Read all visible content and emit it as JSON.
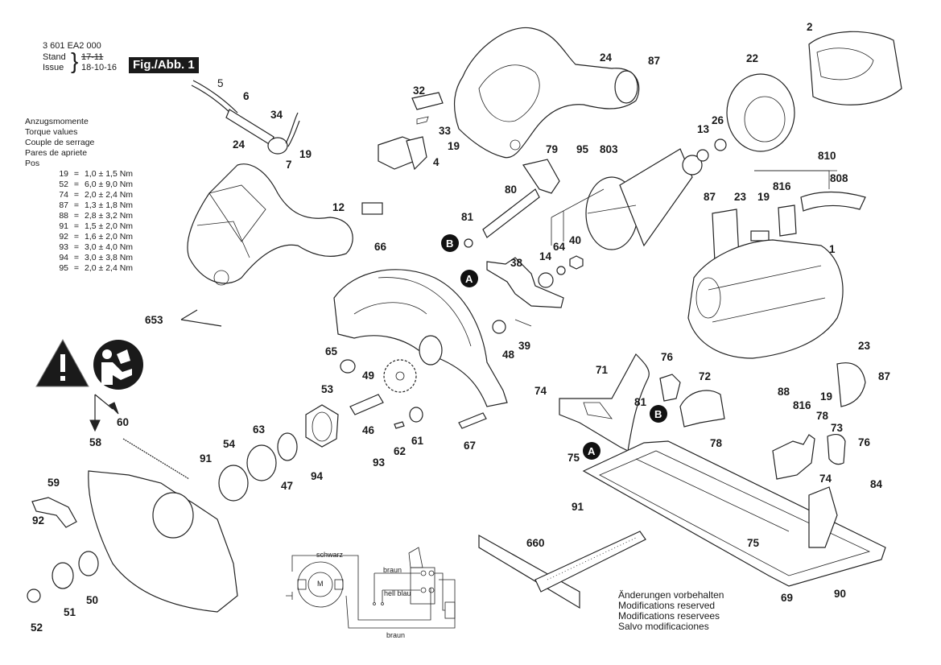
{
  "header": {
    "part_number": "3 601 EA2 000",
    "stand_label": "Stand",
    "stand_value_struck": "17-11",
    "issue_label": "Issue",
    "issue_value": "18-10-16",
    "figure_label": "Fig./Abb. 1"
  },
  "torque": {
    "titles": [
      "Anzugsmomente",
      "Torque values",
      "Couple de serrage",
      "Pares de apriete",
      "Pos"
    ],
    "rows": [
      {
        "pos": "19",
        "value": "1,0 ± 1,5 Nm"
      },
      {
        "pos": "52",
        "value": "6,0 ± 9,0 Nm"
      },
      {
        "pos": "74",
        "value": "2,0 ± 2,4 Nm"
      },
      {
        "pos": "87",
        "value": "1,3 ± 1,8 Nm"
      },
      {
        "pos": "88",
        "value": "2,8 ± 3,2 Nm"
      },
      {
        "pos": "91",
        "value": "1,5 ± 2,0 Nm"
      },
      {
        "pos": "92",
        "value": "1,6 ± 2,0 Nm"
      },
      {
        "pos": "93",
        "value": "3,0 ± 4,0 Nm"
      },
      {
        "pos": "94",
        "value": "3,0 ± 3,8 Nm"
      },
      {
        "pos": "95",
        "value": "2,0 ± 2,4 Nm"
      }
    ],
    "equals": "="
  },
  "notes": {
    "lines": [
      "Änderungen vorbehalten",
      "Modifications reserved",
      "Modifications reservees",
      "Salvo modificaciones"
    ]
  },
  "wiring": {
    "motor_label": "M",
    "wire_black": "schwarz",
    "wire_brown_top": "braun",
    "wire_lightblue": "hell blau",
    "wire_brown_bottom": "braun"
  },
  "warning_icons": [
    "warning-triangle-icon",
    "read-manual-icon"
  ],
  "callouts_ab": {
    "a": "A",
    "b": "B"
  },
  "part_labels": [
    {
      "id": "p2",
      "text": "2"
    },
    {
      "id": "p5",
      "text": "5"
    },
    {
      "id": "p6",
      "text": "6"
    },
    {
      "id": "p34",
      "text": "34"
    },
    {
      "id": "p24a",
      "text": "24"
    },
    {
      "id": "p19a",
      "text": "19"
    },
    {
      "id": "p7",
      "text": "7"
    },
    {
      "id": "p12",
      "text": "12"
    },
    {
      "id": "p32",
      "text": "32"
    },
    {
      "id": "p33",
      "text": "33"
    },
    {
      "id": "p19b",
      "text": "19"
    },
    {
      "id": "p4",
      "text": "4"
    },
    {
      "id": "p24b",
      "text": "24"
    },
    {
      "id": "p87a",
      "text": "87"
    },
    {
      "id": "p22",
      "text": "22"
    },
    {
      "id": "p13",
      "text": "13"
    },
    {
      "id": "p26",
      "text": "26"
    },
    {
      "id": "p79",
      "text": "79"
    },
    {
      "id": "p95",
      "text": "95"
    },
    {
      "id": "p803",
      "text": "803"
    },
    {
      "id": "p80",
      "text": "80"
    },
    {
      "id": "p81a",
      "text": "81"
    },
    {
      "id": "p14",
      "text": "14"
    },
    {
      "id": "p64",
      "text": "64"
    },
    {
      "id": "p40",
      "text": "40"
    },
    {
      "id": "p810",
      "text": "810"
    },
    {
      "id": "p808",
      "text": "808"
    },
    {
      "id": "p816a",
      "text": "816"
    },
    {
      "id": "p87b",
      "text": "87"
    },
    {
      "id": "p23a",
      "text": "23"
    },
    {
      "id": "p19c",
      "text": "19"
    },
    {
      "id": "p1",
      "text": "1"
    },
    {
      "id": "p66",
      "text": "66"
    },
    {
      "id": "p38",
      "text": "38"
    },
    {
      "id": "p653",
      "text": "653"
    },
    {
      "id": "p65",
      "text": "65"
    },
    {
      "id": "p48",
      "text": "48"
    },
    {
      "id": "p39",
      "text": "39"
    },
    {
      "id": "p49",
      "text": "49"
    },
    {
      "id": "p53",
      "text": "53"
    },
    {
      "id": "p60",
      "text": "60"
    },
    {
      "id": "p58",
      "text": "58"
    },
    {
      "id": "p63",
      "text": "63"
    },
    {
      "id": "p46",
      "text": "46"
    },
    {
      "id": "p61",
      "text": "61"
    },
    {
      "id": "p67",
      "text": "67"
    },
    {
      "id": "p91a",
      "text": "91"
    },
    {
      "id": "p54",
      "text": "54"
    },
    {
      "id": "p62",
      "text": "62"
    },
    {
      "id": "p93",
      "text": "93"
    },
    {
      "id": "p94",
      "text": "94"
    },
    {
      "id": "p47",
      "text": "47"
    },
    {
      "id": "p59",
      "text": "59"
    },
    {
      "id": "p92",
      "text": "92"
    },
    {
      "id": "p50",
      "text": "50"
    },
    {
      "id": "p51",
      "text": "51"
    },
    {
      "id": "p52",
      "text": "52"
    },
    {
      "id": "p71",
      "text": "71"
    },
    {
      "id": "p76a",
      "text": "76"
    },
    {
      "id": "p72",
      "text": "72"
    },
    {
      "id": "p74a",
      "text": "74"
    },
    {
      "id": "p81b",
      "text": "81"
    },
    {
      "id": "p75a",
      "text": "75"
    },
    {
      "id": "p78a",
      "text": "78"
    },
    {
      "id": "p23b",
      "text": "23"
    },
    {
      "id": "p87c",
      "text": "87"
    },
    {
      "id": "p88",
      "text": "88"
    },
    {
      "id": "p816b",
      "text": "816"
    },
    {
      "id": "p19d",
      "text": "19"
    },
    {
      "id": "p78b",
      "text": "78"
    },
    {
      "id": "p73",
      "text": "73"
    },
    {
      "id": "p76b",
      "text": "76"
    },
    {
      "id": "p74b",
      "text": "74"
    },
    {
      "id": "p84",
      "text": "84"
    },
    {
      "id": "p91b",
      "text": "91"
    },
    {
      "id": "p660",
      "text": "660"
    },
    {
      "id": "p75b",
      "text": "75"
    },
    {
      "id": "p69",
      "text": "69"
    },
    {
      "id": "p90",
      "text": "90"
    }
  ]
}
